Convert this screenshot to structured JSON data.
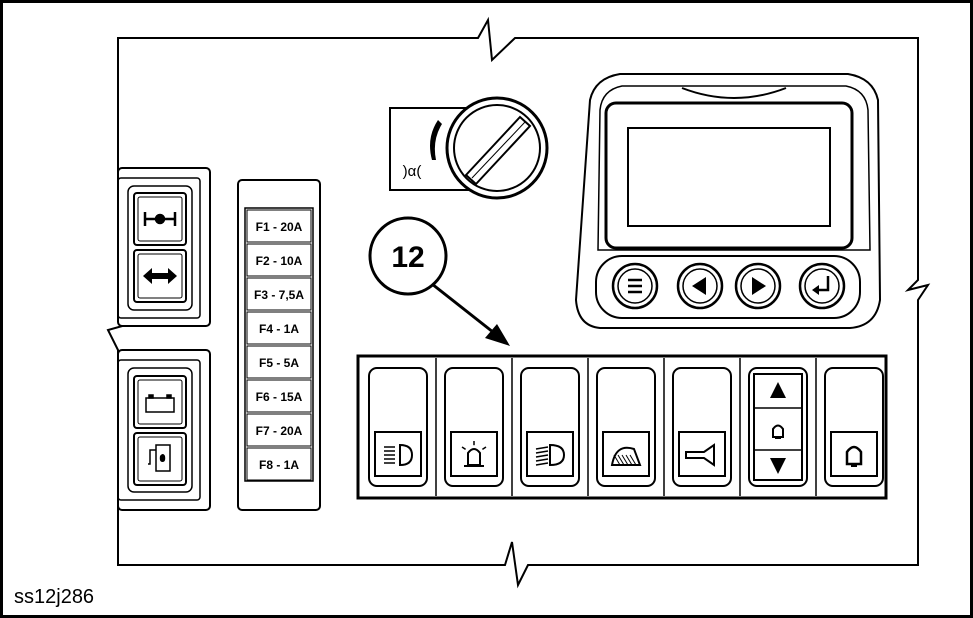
{
  "figure_id": "ss12j286",
  "callout": {
    "number": "12"
  },
  "fuse_panel": {
    "fuses": [
      {
        "label": "F1 - 20A"
      },
      {
        "label": "F2 - 10A"
      },
      {
        "label": "F3 - 7,5A"
      },
      {
        "label": "F4 - 1A"
      },
      {
        "label": "F5 - 5A"
      },
      {
        "label": "F6 - 15A"
      },
      {
        "label": "F7 - 20A"
      },
      {
        "label": "F8 - 1A"
      }
    ]
  },
  "left_switches": [
    {
      "icon": "axle-lock-icon"
    },
    {
      "icon": "travel-direction-icon"
    },
    {
      "icon": "battery-icon"
    },
    {
      "icon": "fuel-pump-icon"
    }
  ],
  "rotary_switch": {
    "symbol": ")α(",
    "icon": "ignition-key-icon"
  },
  "display_unit": {
    "buttons": [
      {
        "icon": "menu-icon"
      },
      {
        "icon": "arrow-left-icon"
      },
      {
        "icon": "arrow-right-icon"
      },
      {
        "icon": "enter-icon"
      }
    ]
  },
  "rocker_switches": [
    {
      "icon": "work-light-icon"
    },
    {
      "icon": "beacon-icon"
    },
    {
      "icon": "headlight-icon"
    },
    {
      "icon": "wiper-icon"
    },
    {
      "icon": "horn-icon"
    },
    {
      "icon": "idle-up-down-icon"
    },
    {
      "icon": "idle-icon"
    }
  ]
}
